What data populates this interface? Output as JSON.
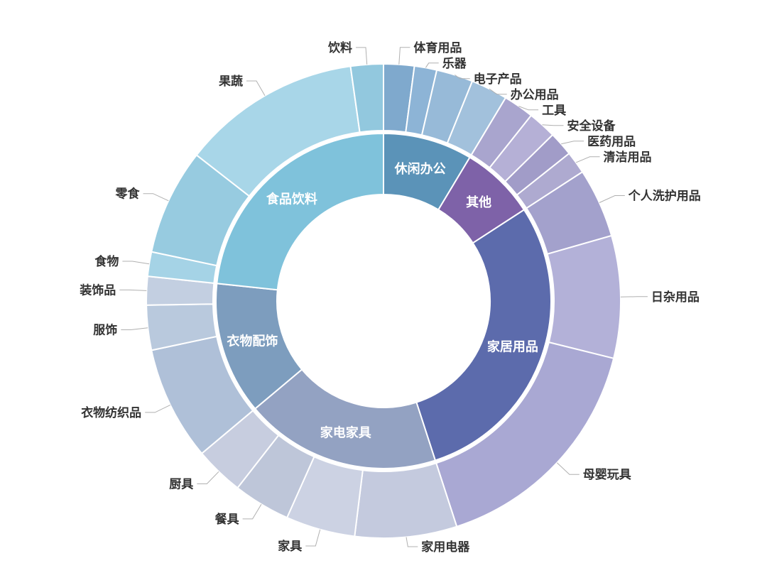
{
  "page": {
    "background_color": "#ffffff",
    "text_color": "#333333",
    "leader_line_color": "#b0b0b0",
    "inner_label_color": "#ffffff"
  },
  "chart_data": {
    "type": "pie",
    "variant": "sunburst-two-ring-donut",
    "title": "",
    "unit": "degrees",
    "note": "Two-level nested donut (sunburst). Values are angular spans in degrees, clockwise from 12 o'clock; share of total = value/360.",
    "legend_position": "none",
    "categories": [
      {
        "id": "leisure-office",
        "label": "休闲办公",
        "color": "#5b93b8",
        "value": 31,
        "children": [
          {
            "id": "sports-goods",
            "label": "体育用品",
            "color": "#7fa9cd",
            "value": 7.5
          },
          {
            "id": "musical-instruments",
            "label": "乐器",
            "color": "#8db4d6",
            "value": 5.5
          },
          {
            "id": "electronics",
            "label": "电子产品",
            "color": "#97bad8",
            "value": 9
          },
          {
            "id": "office-supplies",
            "label": "办公用品",
            "color": "#a2c1dc",
            "value": 9
          }
        ]
      },
      {
        "id": "other",
        "label": "其他",
        "color": "#7e62a8",
        "value": 26,
        "children": [
          {
            "id": "tools",
            "label": "工具",
            "color": "#a9a5ce",
            "value": 7.5
          },
          {
            "id": "safety-equipment",
            "label": "安全设备",
            "color": "#b5b0d6",
            "value": 7
          },
          {
            "id": "medical-supplies",
            "label": "医药用品",
            "color": "#a19cc8",
            "value": 6
          },
          {
            "id": "cleaning-supplies",
            "label": "清洁用品",
            "color": "#aeaad0",
            "value": 5.5
          }
        ]
      },
      {
        "id": "home-goods",
        "label": "家居用品",
        "color": "#5c6bac",
        "value": 105,
        "children": [
          {
            "id": "personal-care",
            "label": "个人洗护用品",
            "color": "#a3a1cc",
            "value": 17
          },
          {
            "id": "daily-sundries",
            "label": "日杂用品",
            "color": "#b3b1d8",
            "value": 30
          },
          {
            "id": "baby-toys",
            "label": "母婴玩具",
            "color": "#a9a8d3",
            "value": 58
          }
        ]
      },
      {
        "id": "appliances-furniture",
        "label": "家电家具",
        "color": "#93a2c2",
        "value": 68,
        "children": [
          {
            "id": "home-appliances",
            "label": "家用电器",
            "color": "#c4cade",
            "value": 25
          },
          {
            "id": "furniture",
            "label": "家具",
            "color": "#ccd2e3",
            "value": 17
          },
          {
            "id": "tableware",
            "label": "餐具",
            "color": "#bec6d9",
            "value": 14
          },
          {
            "id": "kitchenware",
            "label": "厨具",
            "color": "#c7cddf",
            "value": 12
          }
        ]
      },
      {
        "id": "clothing-accessories",
        "label": "衣物配饰",
        "color": "#7d9dbe",
        "value": 46,
        "children": [
          {
            "id": "clothing-textiles",
            "label": "衣物纺织品",
            "color": "#afc0d8",
            "value": 28
          },
          {
            "id": "apparel",
            "label": "服饰",
            "color": "#b9c9dd",
            "value": 11
          },
          {
            "id": "decorations",
            "label": "装饰品",
            "color": "#c3cfe1",
            "value": 7
          }
        ]
      },
      {
        "id": "food-beverage",
        "label": "食品饮料",
        "color": "#7fc2db",
        "value": 84,
        "children": [
          {
            "id": "food",
            "label": "食物",
            "color": "#a5d3e6",
            "value": 6
          },
          {
            "id": "snacks",
            "label": "零食",
            "color": "#97cbe0",
            "value": 26
          },
          {
            "id": "fruits-vegetables",
            "label": "果蔬",
            "color": "#a8d6e8",
            "value": 44
          },
          {
            "id": "beverages",
            "label": "饮料",
            "color": "#92c8de",
            "value": 8
          }
        ]
      }
    ]
  }
}
